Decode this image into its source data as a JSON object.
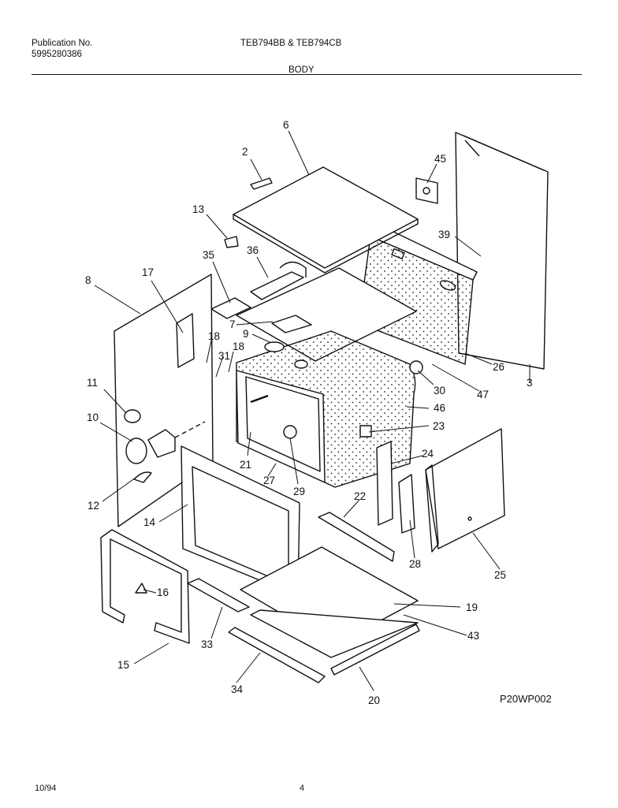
{
  "header": {
    "publication_label": "Publication No.",
    "publication_number": "5995280386",
    "models": "TEB794BB & TEB794CB",
    "section": "BODY"
  },
  "diagram": {
    "code": "P20WP002",
    "callouts": [
      "2",
      "6",
      "45",
      "13",
      "36",
      "35",
      "39",
      "8",
      "17",
      "7",
      "9",
      "18",
      "31",
      "18",
      "26",
      "3",
      "30",
      "47",
      "11",
      "46",
      "10",
      "23",
      "24",
      "21",
      "27",
      "29",
      "22",
      "12",
      "14",
      "28",
      "25",
      "16",
      "19",
      "43",
      "33",
      "15",
      "34",
      "20"
    ]
  },
  "footer": {
    "date": "10/94",
    "page": "4"
  }
}
